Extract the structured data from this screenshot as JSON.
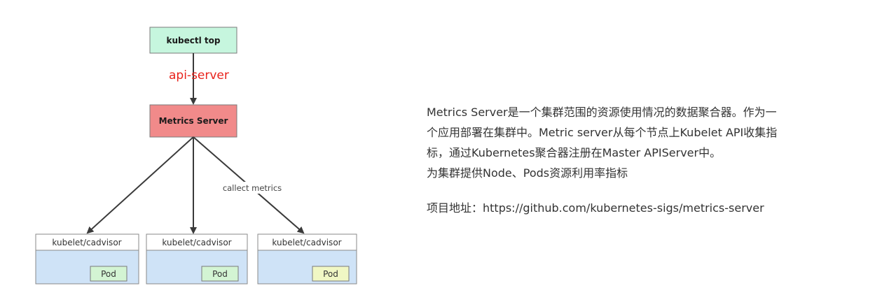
{
  "diagram": {
    "top_box": "kubectl top",
    "edge_label": "api-server",
    "metrics_box": "Metrics Server",
    "collect_label": "callect metrics",
    "nodes": [
      {
        "label": "kubelet/cadvisor",
        "pod": "Pod"
      },
      {
        "label": "kubelet/cadvisor",
        "pod": "Pod"
      },
      {
        "label": "kubelet/cadvisor",
        "pod": "Pod"
      }
    ],
    "colors": {
      "top_box": "#c6f6de",
      "metrics_box": "#f18a8a",
      "node_body": "#cfe3f7",
      "pod": "#d3f4d3",
      "pod_highlight": "#f0f7c4",
      "edge_label": "#e8221b"
    }
  },
  "description": {
    "lines": [
      "Metrics Server是一个集群范围的资源使用情况的数据聚合器。作为一",
      "个应用部署在集群中。Metric server从每个节点上Kubelet API收集指",
      "标，通过Kubernetes聚合器注册在Master APIServer中。",
      "为集群提供Node、Pods资源利用率指标"
    ],
    "project": "项目地址：https://github.com/kubernetes-sigs/metrics-server"
  }
}
